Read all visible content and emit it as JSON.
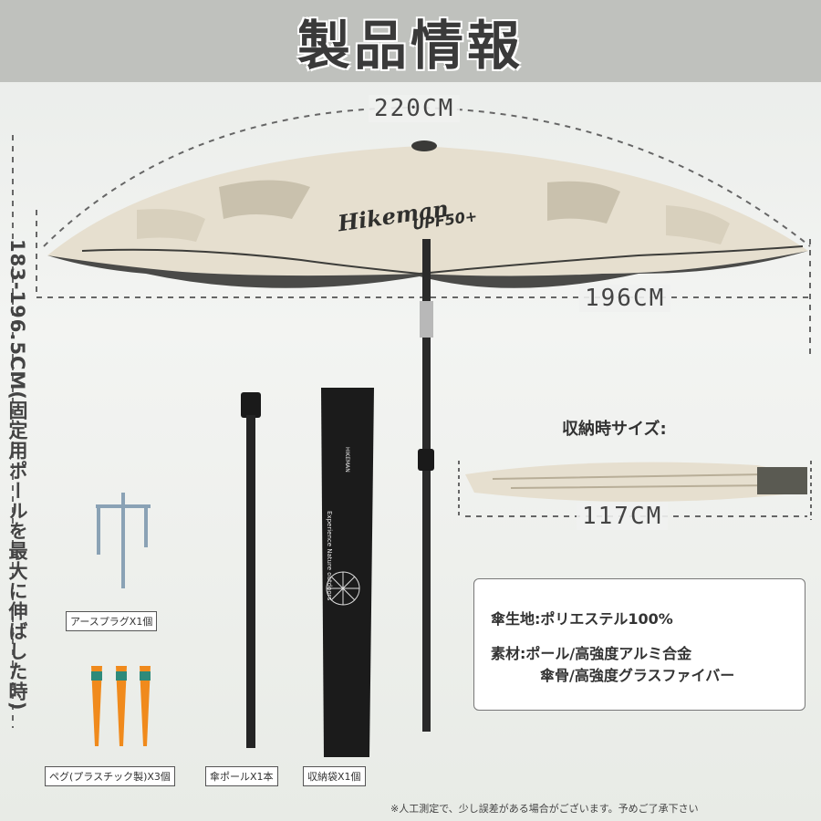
{
  "header": {
    "title": "製品情報"
  },
  "dimensions": {
    "canopy_span": "220CM",
    "canopy_width": "196CM",
    "height": "183-196.5CM(固定用ポールを最大に伸ばした時)",
    "collapsed_length": "117CM"
  },
  "collapsed": {
    "label": "収納時サイズ:"
  },
  "brand": {
    "logo_text": "Hikeman",
    "sub_text": "UPF50+"
  },
  "bag": {
    "print_text": "Experience Nature outdoors",
    "brand_text": "HIKEMAN"
  },
  "components": [
    {
      "label": "アースプラグX1個"
    },
    {
      "label": "ペグ(プラスチック製)X3個"
    },
    {
      "label": "傘ポールX1本"
    },
    {
      "label": "収納袋X1個"
    }
  ],
  "specs": {
    "fabric": "傘生地:ポリエステル100%",
    "material": "素材:ポール/高強度アルミ合金",
    "ribs": "傘骨/高強度グラスファイバー"
  },
  "footnote": "※人工測定で、少し誤差がある場合がございます。予めご了承下さい",
  "colors": {
    "canopy": "#e6dfcf",
    "canopy_under": "#4a4a48",
    "peg": "#f08a1c",
    "header": "#bfc1bd"
  }
}
